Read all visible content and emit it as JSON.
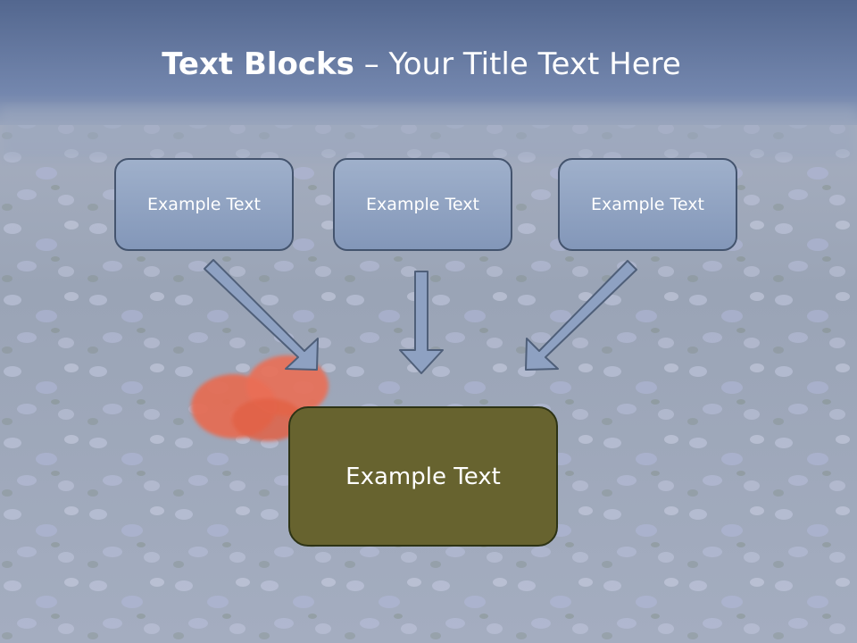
{
  "title": {
    "bold": "Text Blocks",
    "rest": " – Your Title Text Here"
  },
  "blocks": [
    {
      "label": "Example Text"
    },
    {
      "label": "Example Text"
    },
    {
      "label": "Example Text"
    }
  ],
  "main_block": {
    "label": "Example Text"
  },
  "colors": {
    "header": "#5b6f97",
    "block_fill": "#8a9dbd",
    "block_border": "#44546e",
    "main_fill": "#67632f",
    "arrow_fill": "#8ea1c2",
    "arrow_stroke": "#4f5f79",
    "poppy": "#e86a50"
  }
}
